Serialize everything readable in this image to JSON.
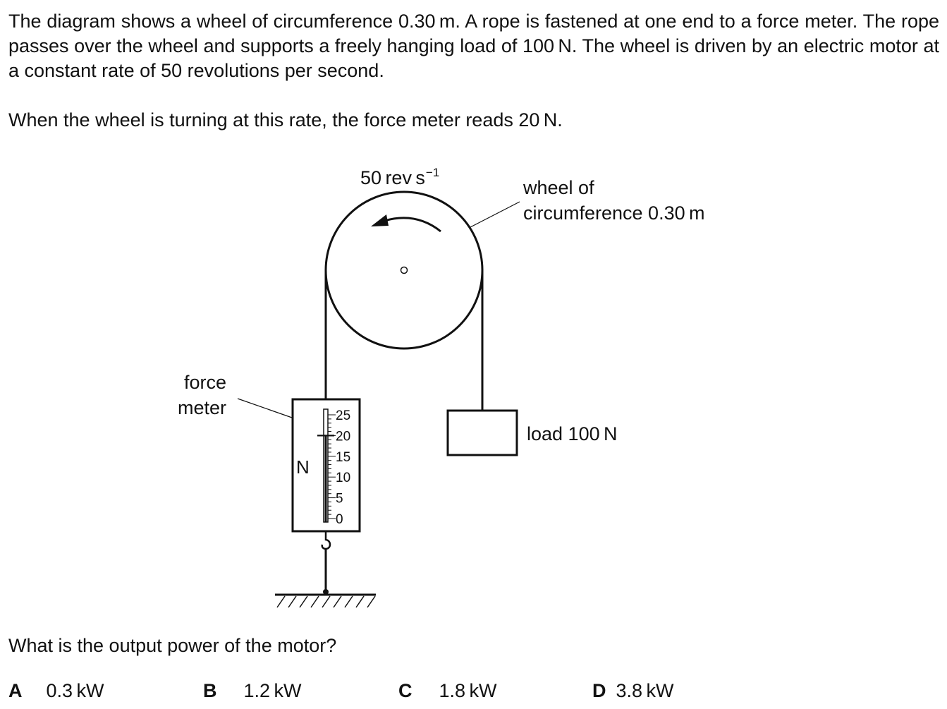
{
  "intro": {
    "paragraph1": "The diagram shows a wheel of circumference 0.30 m. A rope is fastened at one end to a force meter. The rope passes over the wheel and supports a freely hanging load of 100 N. The wheel is driven by an electric motor at a constant rate of 50 revolutions per second.",
    "paragraph2": "When the wheel is turning at this rate, the force meter reads 20 N."
  },
  "diagram": {
    "rate_value": "50 rev s",
    "rate_exponent": "−1",
    "wheel_label_line1": "wheel of",
    "wheel_label_line2": "circumference 0.30 m",
    "meter_label_line1": "force",
    "meter_label_line2": "meter",
    "meter_unit": "N",
    "scale_ticks": [
      "25",
      "20",
      "15",
      "10",
      "5",
      "0"
    ],
    "meter_reading": 20,
    "load_label": "load 100 N"
  },
  "question": "What is the output power of the motor?",
  "options": [
    {
      "letter": "A",
      "text": "0.3 kW"
    },
    {
      "letter": "B",
      "text": "1.2 kW"
    },
    {
      "letter": "C",
      "text": "1.8 kW"
    },
    {
      "letter": "D",
      "text": "3.8 kW"
    }
  ]
}
